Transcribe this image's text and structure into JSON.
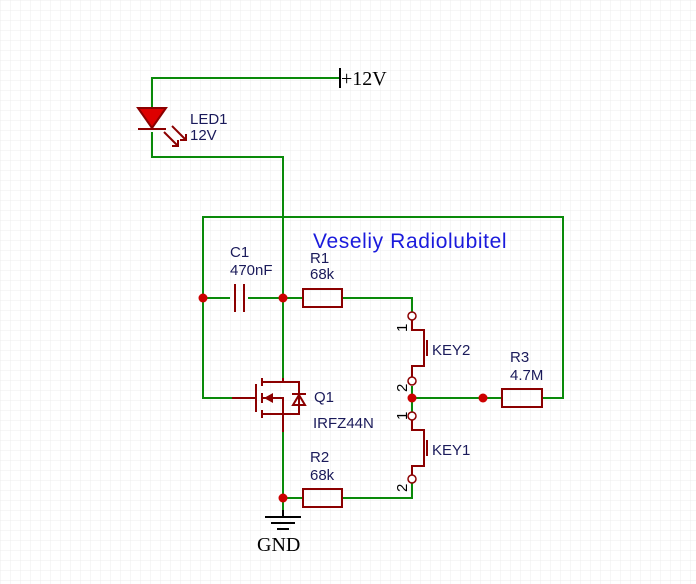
{
  "title": "Veseliy Radiolubitel",
  "power": {
    "label": "+12V"
  },
  "ground": {
    "label": "GND"
  },
  "components": {
    "led1": {
      "ref": "LED1",
      "value": "12V"
    },
    "c1": {
      "ref": "C1",
      "value": "470nF"
    },
    "r1": {
      "ref": "R1",
      "value": "68k"
    },
    "r2": {
      "ref": "R2",
      "value": "68k"
    },
    "r3": {
      "ref": "R3",
      "value": "4.7M"
    },
    "q1": {
      "ref": "Q1",
      "value": "IRFZ44N"
    },
    "key1": {
      "ref": "KEY1",
      "pin1": "1",
      "pin2": "2"
    },
    "key2": {
      "ref": "KEY2",
      "pin1": "1",
      "pin2": "2"
    }
  },
  "colors": {
    "wire": "#0a8a0a",
    "component": "#8b0000",
    "junction": "#cc0000",
    "label": "#1a1a5a",
    "title": "#1a1adc",
    "grid": "#e6e6e6"
  }
}
